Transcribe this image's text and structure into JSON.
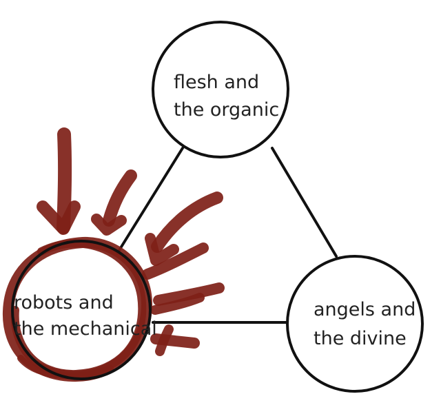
{
  "diagram": {
    "nodes": [
      {
        "id": "flesh",
        "lines": [
          "flesh and",
          "the organic"
        ]
      },
      {
        "id": "robots",
        "lines": [
          "robots and",
          "the mechanical"
        ]
      },
      {
        "id": "angels",
        "lines": [
          "angels and",
          "the divine"
        ]
      }
    ],
    "edges": [
      {
        "from": "flesh",
        "to": "robots"
      },
      {
        "from": "flesh",
        "to": "angels"
      },
      {
        "from": "robots",
        "to": "angels"
      }
    ]
  },
  "annotation": {
    "color": "#7e1f17"
  }
}
